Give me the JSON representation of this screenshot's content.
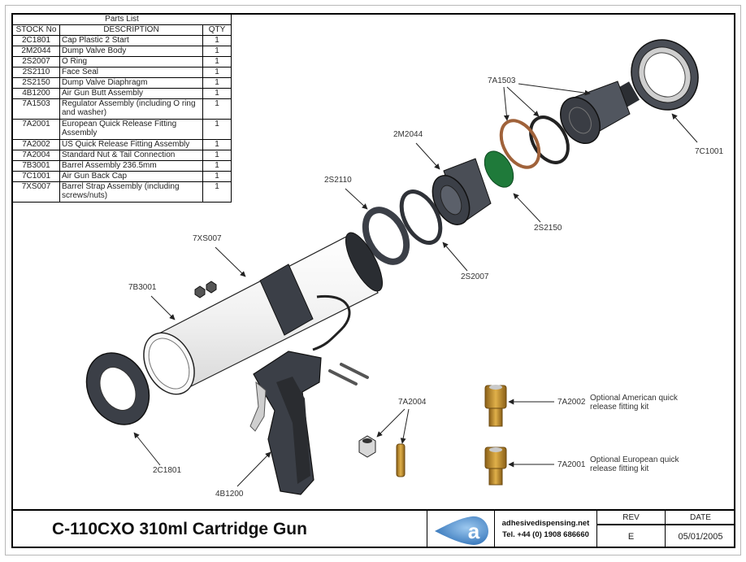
{
  "parts_list": {
    "title": "Parts List",
    "headers": {
      "stock": "STOCK No",
      "description": "DESCRIPTION",
      "qty": "QTY"
    },
    "rows": [
      {
        "stock": "2C1801",
        "description": "Cap Plastic 2 Start",
        "qty": "1"
      },
      {
        "stock": "2M2044",
        "description": "Dump Valve Body",
        "qty": "1"
      },
      {
        "stock": "2S2007",
        "description": "O Ring",
        "qty": "1"
      },
      {
        "stock": "2S2110",
        "description": "Face Seal",
        "qty": "1"
      },
      {
        "stock": "2S2150",
        "description": "Dump Valve Diaphragm",
        "qty": "1"
      },
      {
        "stock": "4B1200",
        "description": "Air Gun Butt Assembly",
        "qty": "1"
      },
      {
        "stock": "7A1503",
        "description": "Regulator Assembly (including O ring and washer)",
        "qty": "1"
      },
      {
        "stock": "7A2001",
        "description": "European Quick Release Fitting Assembly",
        "qty": "1"
      },
      {
        "stock": "7A2002",
        "description": "US Quick Release Fitting Assembly",
        "qty": "1"
      },
      {
        "stock": "7A2004",
        "description": "Standard Nut & Tail Connection",
        "qty": "1"
      },
      {
        "stock": "7B3001",
        "description": "Barrel Assembly 236.5mm",
        "qty": "1"
      },
      {
        "stock": "7C1001",
        "description": "Air Gun Back Cap",
        "qty": "1"
      },
      {
        "stock": "7XS007",
        "description": "Barrel Strap Assembly (including screws/nuts)",
        "qty": "1"
      }
    ]
  },
  "callouts": {
    "c_7A1503": "7A1503",
    "c_7C1001": "7C1001",
    "c_2M2044": "2M2044",
    "c_2S2110": "2S2110",
    "c_2S2150": "2S2150",
    "c_2S2007": "2S2007",
    "c_7XS007": "7XS007",
    "c_7B3001": "7B3001",
    "c_7A2004": "7A2004",
    "c_7A2002": "7A2002",
    "c_7A2001": "7A2001",
    "c_2C1801": "2C1801",
    "c_4B1200": "4B1200"
  },
  "notes": {
    "american": "Optional American quick release fitting kit",
    "european": "Optional European quick release fitting kit"
  },
  "colors": {
    "part_dark": "#3b3f47",
    "barrel": "#f1f1f1",
    "diaphragm": "#1f7a3a",
    "washer": "#a0623a",
    "brass": "#c8952e",
    "logo_blue": "#3f83c9"
  },
  "title_block": {
    "title": "C-110CXO 310ml Cartridge Gun",
    "logo_letter": "a",
    "website": "adhesivedispensing.net",
    "phone": "Tel. +44 (0) 1908 686660",
    "rev_label": "REV",
    "rev_value": "E",
    "date_label": "DATE",
    "date_value": "05/01/2005"
  }
}
